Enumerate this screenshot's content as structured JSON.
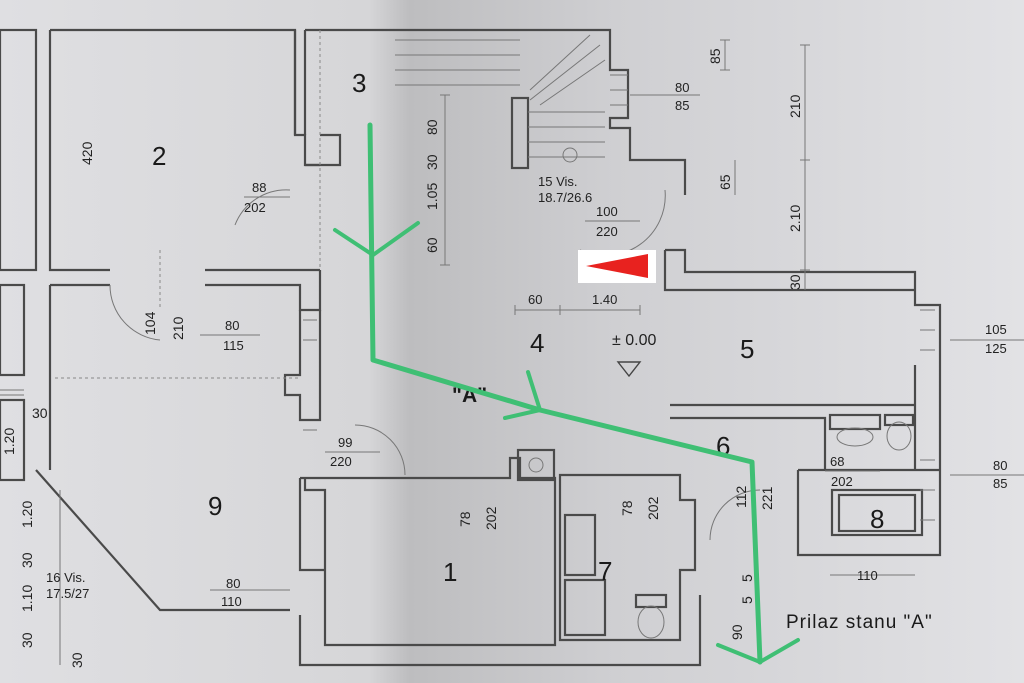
{
  "rooms": {
    "r1": "1",
    "r2": "2",
    "r3": "3",
    "r4": "4",
    "r5": "5",
    "r6": "6",
    "r7": "7",
    "r8": "8",
    "r9": "9"
  },
  "apartment_label": "\"A\"",
  "route_label": "Prilaz stanu \"A\"",
  "level_mark": "± 0.00",
  "stairs_main": {
    "count": "15 Vis.",
    "ratio": "18.7/26.6"
  },
  "stairs_side": {
    "count": "16 Vis.",
    "ratio": "17.5/27"
  },
  "door_dims": {
    "d_88": "88",
    "d_202a": "202",
    "d_100": "100",
    "d_220a": "220",
    "d_80a": "80",
    "d_115": "115",
    "d_99": "99",
    "d_220b": "220",
    "d_80b": "80",
    "d_110a": "110",
    "d_68": "68",
    "d_202b": "202",
    "d_80c": "80",
    "d_85a": "85",
    "d_105": "105",
    "d_125": "125",
    "d_80d": "80",
    "d_85b": "85"
  },
  "horiz_dims": {
    "h_60": "60",
    "h_140": "1.40",
    "h_110": "110",
    "h_30": "30"
  },
  "vert_dims": {
    "v_420": "420",
    "v_80": "80",
    "v_30a": "30",
    "v_105": "1.05",
    "v_60": "60",
    "v_85": "85",
    "v_210a": "210",
    "v_65": "65",
    "v_210b": "2.10",
    "v_30b": "30",
    "v_104": "104",
    "v_210c": "210",
    "v_78a": "78",
    "v_202c": "202",
    "v_78b": "78",
    "v_202d": "202",
    "v_112": "112",
    "v_221": "221",
    "v_5a": "5",
    "v_5b": "5",
    "v_90": "90",
    "v_120a": "1.20",
    "v_120b": "1.20",
    "v_30c": "30",
    "v_110": "1.10",
    "v_30d": "30",
    "v_30e": "30"
  },
  "colors": {
    "route": "#3fbf74",
    "marker": "#e8221f",
    "paper": "#d8d8da",
    "wall": "#4a4a4a"
  },
  "icons": {
    "entrance_marker": "red-triangle-left",
    "level_marker": "triangle-down"
  }
}
